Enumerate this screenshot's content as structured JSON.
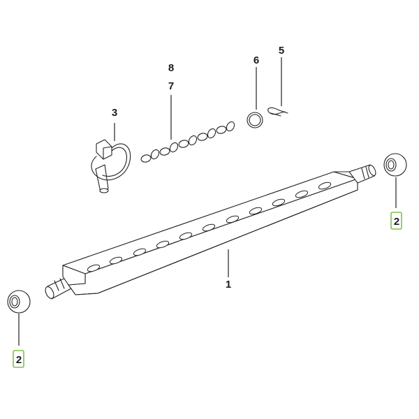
{
  "callouts": {
    "part_1": "1",
    "part_2_right": "2",
    "part_2_left": "2",
    "part_3": "3",
    "part_5": "5",
    "part_6": "6",
    "part_7": "7",
    "part_8": "8"
  },
  "highlight_color": "#7dc242"
}
